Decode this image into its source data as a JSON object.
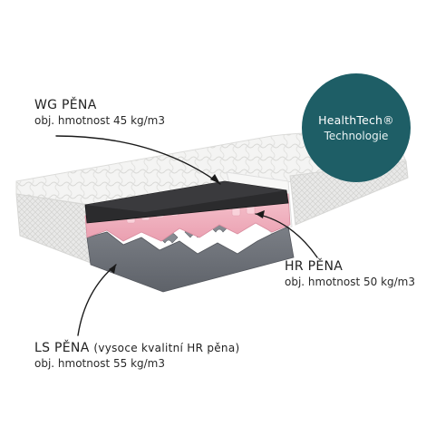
{
  "badge": {
    "line1": "HealthTech®",
    "line2": "Technologie",
    "color": "#1e5e66"
  },
  "layers": {
    "wg": {
      "name": "WG PĚNA",
      "spec": "obj. hmotnost 45 kg/m3",
      "color": "#2b2b2d"
    },
    "hr": {
      "name": "HR PĚNA",
      "spec": "obj. hmotnost 50 kg/m3",
      "color": "#f2b4c0"
    },
    "ls": {
      "name": "LS PĚNA",
      "note": "(vysoce kvalitní HR pěna)",
      "spec": "obj. hmotnost 55 kg/m3",
      "color": "#6f737a"
    }
  }
}
